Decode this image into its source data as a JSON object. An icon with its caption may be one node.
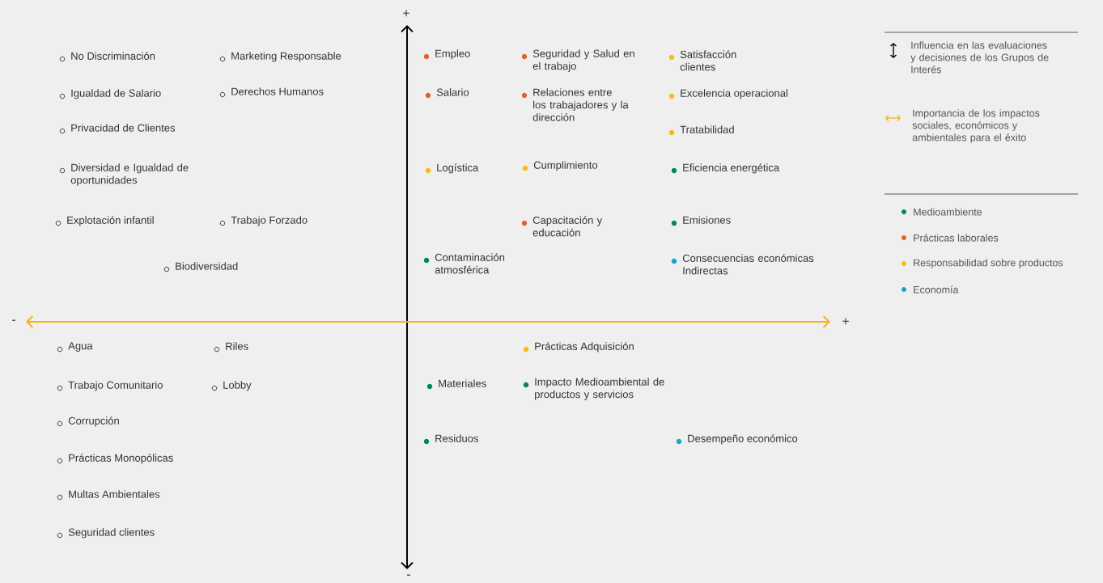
{
  "diagram": {
    "labels": [
      "+",
      "No Discriminación",
      "Marketing Responsable",
      "Igualdad de Salario",
      "Derechos Humanos",
      "Privacidad de Clientes",
      "Diversidad e Igualdad de oportunidades",
      "Explotación infantil",
      "Trabajo Forzado",
      "Biodiversidad",
      "Empleo",
      "Seguridad y Salud en el trabajo",
      "Satisfacción clientes",
      "Salario",
      "Relaciones entre los trabajadores y la dirección",
      "Excelencia operacional",
      "Tratabilidad",
      "Logística",
      "Cumplimiento",
      "Eficiencia energética",
      "Capacitación y educación",
      "Emisiones",
      "Contaminación atmosférica",
      "Consecuencias económicas Indirectas",
      "-",
      "+",
      "Agua",
      "Riles",
      "Trabajo Comunitario",
      "Lobby",
      "Corrupción",
      "Prácticas Monopólicas",
      "Multas Ambientales",
      "Seguridad clientes",
      "Prácticas Adquisición",
      "Materiales",
      "Impacto Medioambiental de productos y servicios",
      "Residuos",
      "Desempeño económico",
      "-"
    ],
    "legend": [
      {
        "text": "Influencia en las evaluaciones y decisiones de los Grupos de Interés"
      },
      {
        "text": "Importancia de los impactos sociales, económicos y ambientales para el éxito"
      },
      {
        "text": "Medioambiente",
        "color": "#00855f"
      },
      {
        "text": "Prácticas laborales",
        "color": "#e0622a"
      },
      {
        "text": "Responsabilidad sobre productos",
        "color": "#fdb813"
      },
      {
        "text": "Economía",
        "color": "#1ba3c6"
      }
    ]
  }
}
